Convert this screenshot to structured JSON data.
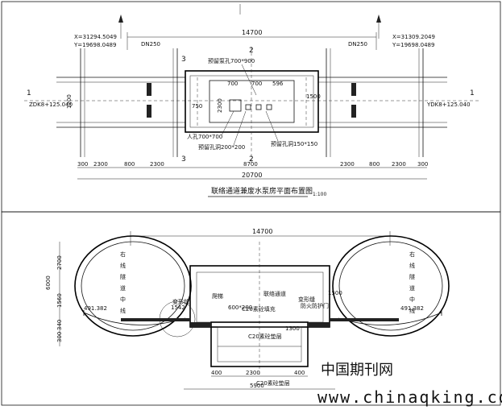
{
  "plan": {
    "coord_left": {
      "x": "X=31294.5049",
      "y": "Y=19698.0489"
    },
    "coord_right": {
      "x": "X=31309.2049",
      "y": "Y=19698.0489"
    },
    "station_left": "ZDK8+125.040",
    "station_right": "YDK8+125.040",
    "section_mark_1": "1",
    "section_mark_2": "2",
    "section_mark_3": "3",
    "dim_total_top": "14700",
    "dim_total_bottom": "20700",
    "dim_row": [
      "300",
      "2300",
      "800",
      "2300",
      "8700",
      "2300",
      "800",
      "2300",
      "300"
    ],
    "dim_1200": "1200",
    "dim_2300": "2300",
    "dim_700": "700",
    "dim_596": "596",
    "dim_750": "750",
    "dim_1500": "1500",
    "pipe_left": "DN250",
    "pipe_right": "DN250",
    "label_hole_top": "预留泵孔700*900",
    "label_manhole": "人孔700*700",
    "label_hole_bottom": "预留孔洞200*200",
    "label_hole_small": "预留孔洞150*150",
    "drawing_title": "联络通道兼废水泵房平面布置图",
    "scale": "1:100"
  },
  "section": {
    "dim_top": "14700",
    "dim_6000": "6000",
    "dim_2700": "2700",
    "dim_1560": "1560",
    "dim_300": "300",
    "dim_340": "340",
    "dim_491_left": "491.382",
    "dim_491_right": "491.382",
    "dim_1542": "1542",
    "dim_600": "600*200",
    "dim_1500": "1500",
    "dim_1300": "1300",
    "dim_2300": "2300",
    "dim_400": "400",
    "dim_5900": "5900",
    "label_left_tunnel": [
      "右",
      "线",
      "隧",
      "道",
      "中",
      "线"
    ],
    "label_right_tunnel": [
      "右",
      "线",
      "隧",
      "道",
      "中",
      "线"
    ],
    "label_passage": "联络通道",
    "label_c20_top": "C20素砼填充",
    "label_c20_mid": "C20素砼垫层",
    "label_c20_bottom": "C20素砼垫层",
    "label_door": "防火防护门",
    "label_stair": "爬梯",
    "label_wall": "变形缝"
  },
  "watermark": "www.chinaqking.com",
  "watermark_cn": "中国期刊网"
}
